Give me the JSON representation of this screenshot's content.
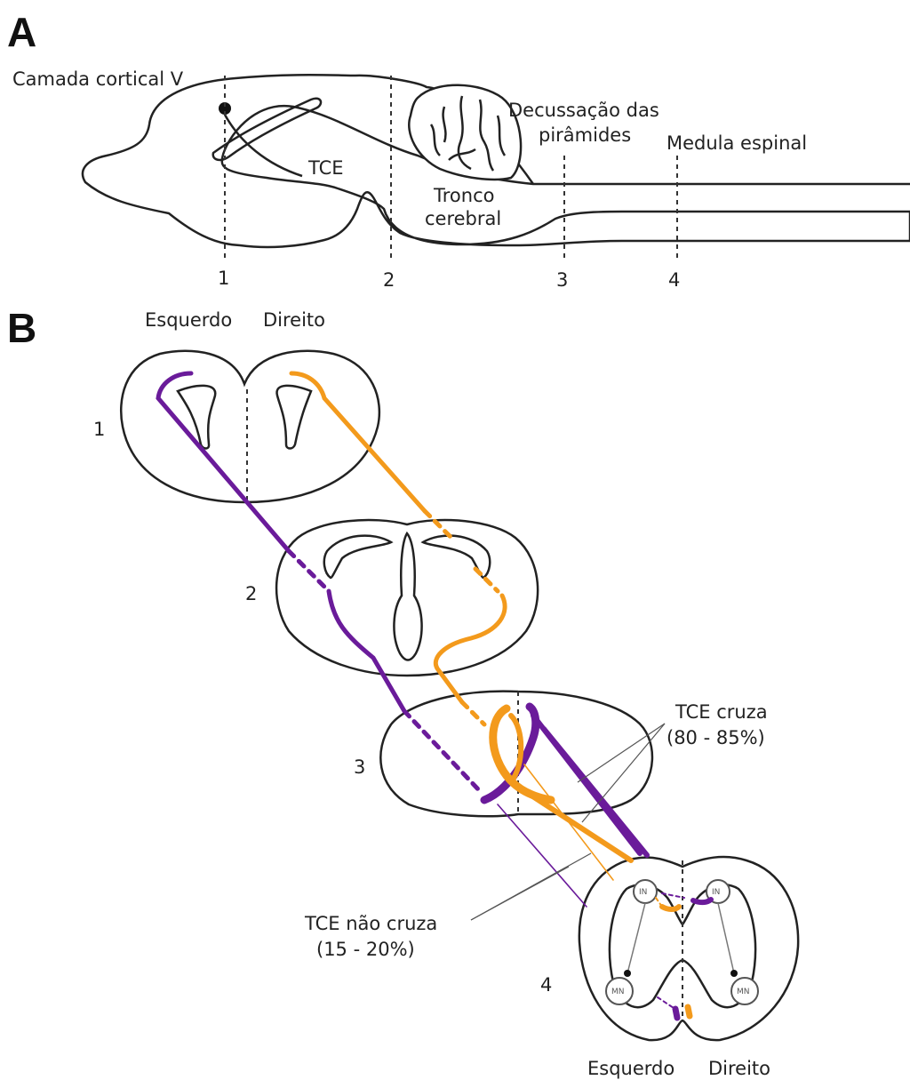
{
  "panels": {
    "a": "A",
    "b": "B"
  },
  "panel_a": {
    "cortical_layer": "Camada cortical V",
    "tce": "TCE",
    "brainstem_line1": "Tronco",
    "brainstem_line2": "cerebral",
    "decussation_line1": "Decussação das",
    "decussation_line2": "pirâmides",
    "spinal_cord": "Medula espinal",
    "levels": [
      "1",
      "2",
      "3",
      "4"
    ]
  },
  "panel_b": {
    "left_top": "Esquerdo",
    "right_top": "Direito",
    "levels": [
      "1",
      "2",
      "3",
      "4"
    ],
    "crosses_line1": "TCE cruza",
    "crosses_line2": "(80 - 85%)",
    "not_crosses_line1": "TCE não cruza",
    "not_crosses_line2": "(15 - 20%)",
    "left_bottom": "Esquerdo",
    "right_bottom": "Direito",
    "cell_in": "IN",
    "cell_mn": "MN"
  },
  "colors": {
    "left_tract": "#6a1b9a",
    "right_tract": "#f39a1c"
  }
}
